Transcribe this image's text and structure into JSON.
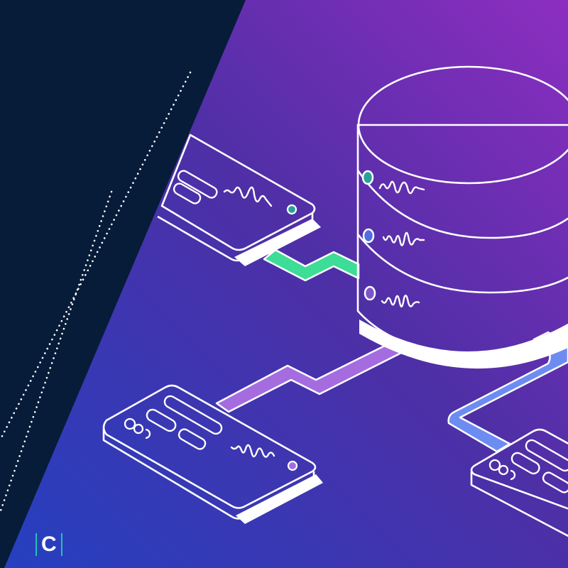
{
  "scene": {
    "title": "Database server network illustration",
    "logo_letter": "C",
    "colors": {
      "dark_panel": "#071c38",
      "gradient_top_right": "#8a2ec0",
      "gradient_mid": "#4a30a8",
      "gradient_bottom_left": "#2a3db8",
      "stroke": "#ffffff",
      "connector_green": "#3ddc97",
      "connector_purple": "#a56ce0",
      "connector_blue": "#6c8cf2",
      "led_teal": "#2aa198",
      "led_blue": "#4f6fe0",
      "led_violet": "#7a55c8",
      "logo_accent": "#22c3b4"
    },
    "elements": {
      "database": {
        "label": "database-cylinder",
        "tiers": 3
      },
      "servers": [
        {
          "label": "server-top-left",
          "connector": "green"
        },
        {
          "label": "server-bottom-left",
          "connector": "purple"
        },
        {
          "label": "server-bottom-right",
          "connector": "blue"
        }
      ]
    }
  }
}
